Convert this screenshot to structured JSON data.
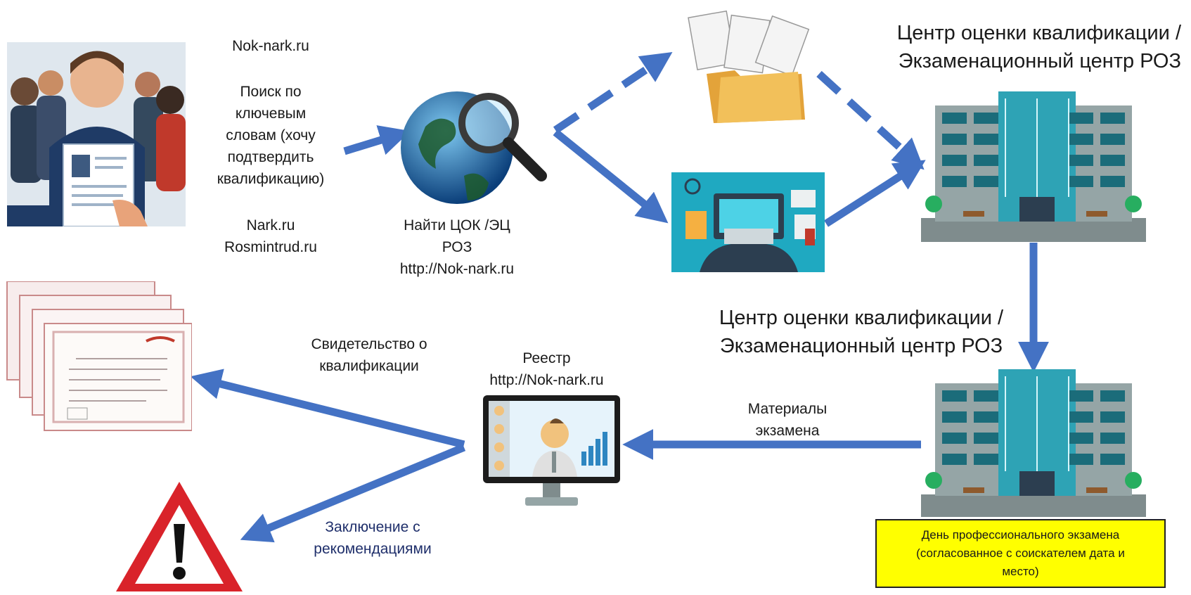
{
  "sources": {
    "site1": "Nok-nark.ru",
    "search_text": "Поиск по\nключевым\nсловам (хочу\nподтвердить\nквалификацию)",
    "site2": "Nark.ru",
    "site3": "Rosmintrud.ru"
  },
  "find_label": "Найти ЦОК /ЭЦ\nРОЗ\nhttp://Nok-nark.ru",
  "center_top_title": "Центр оценки квалификации /\nЭкзаменационный центр РОЗ",
  "center_bottom_title": "Центр оценки квалификации /\nЭкзаменационный центр РОЗ",
  "registry_label": "Реестр\nhttp://Nok-nark.ru",
  "exam_materials_label": "Материалы\nэкзамена",
  "certificate_label": "Свидетельство о\nквалификации",
  "conclusion_label": "Заключение с\nрекомендациями",
  "exam_day_box": "День профессионального экзамена\n(согласованное с соискателем дата и\nместо)",
  "colors": {
    "arrow": "#4472c4",
    "box_fill": "#ffff00",
    "building": "#2ea3b5"
  },
  "icons": [
    "people-with-resume-icon",
    "globe-magnifier-icon",
    "documents-folder-icon",
    "workplace-computer-icon",
    "office-building-icon",
    "certificates-icon",
    "monitor-video-call-icon",
    "warning-sign-icon"
  ]
}
